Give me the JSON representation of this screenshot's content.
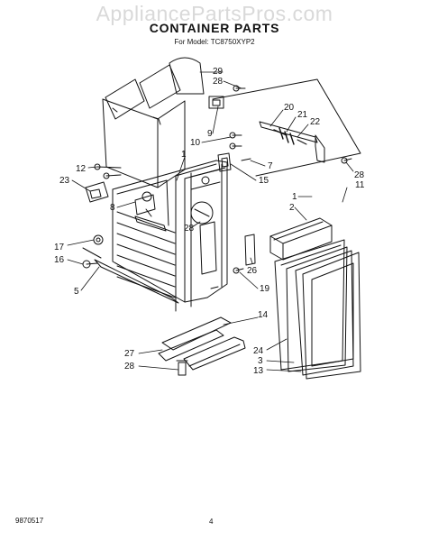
{
  "watermark": "AppliancePartsPros.com",
  "title": "CONTAINER PARTS",
  "model_line": "For Model: TC8750XYP2",
  "callouts": [
    "29",
    "28",
    "9",
    "10",
    "1",
    "20",
    "21",
    "22",
    "7",
    "15",
    "12",
    "23",
    "8",
    "28",
    "28",
    "11",
    "1",
    "2",
    "17",
    "16",
    "5",
    "26",
    "19",
    "14",
    "27",
    "28",
    "24",
    "3",
    "13"
  ],
  "footer": {
    "doc_number": "9870517",
    "page_number": "4"
  }
}
